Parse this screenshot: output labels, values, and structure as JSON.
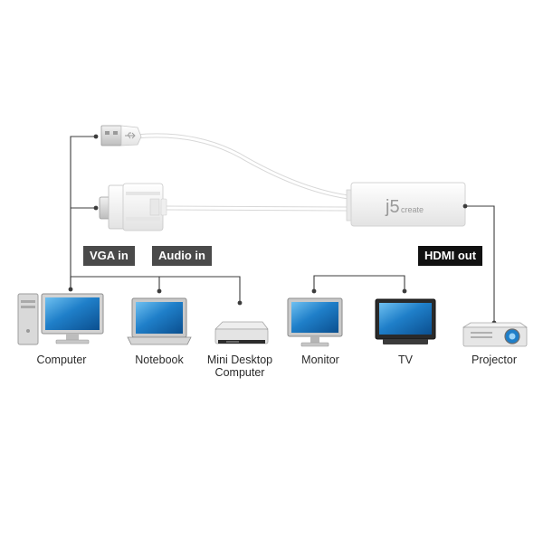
{
  "adapter": {
    "brand": "j5",
    "brand_sub": "create"
  },
  "tags": {
    "vga_in": "VGA in",
    "audio_in": "Audio in",
    "hdmi_out": "HDMI out"
  },
  "devices": {
    "computer": "Computer",
    "notebook": "Notebook",
    "mini_line1": "Mini Desktop",
    "mini_line2": "Computer",
    "monitor": "Monitor",
    "tv": "TV",
    "projector": "Projector"
  },
  "colors": {
    "screen": "#1f7fc9",
    "connector_line": "#3c3c3c",
    "tag_grey": "#4a4a4a",
    "tag_black": "#111111"
  }
}
